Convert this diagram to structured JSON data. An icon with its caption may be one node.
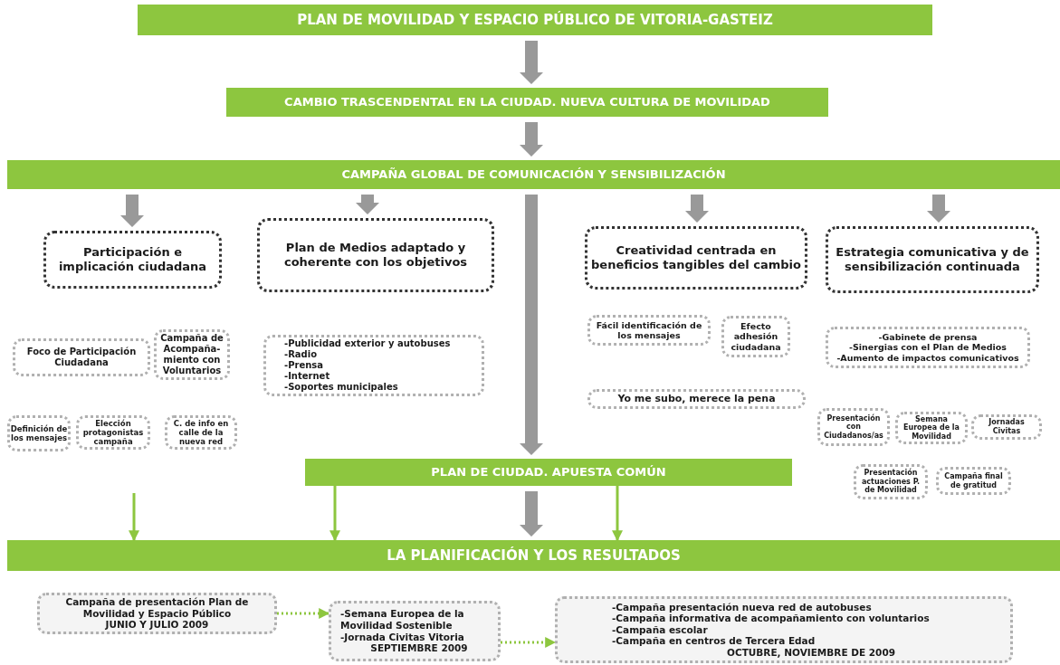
{
  "diagram": {
    "nodes": [
      {
        "text": [
          "PLAN DE MOVILIDAD Y ESPACIO PÚBLICO DE VITORIA-GASTEIZ"
        ]
      },
      {
        "text": [
          "CAMBIO TRASCENDENTAL EN LA CIUDAD. NUEVA CULTURA DE MOVILIDAD"
        ]
      },
      {
        "text": [
          "CAMPAÑA GLOBAL DE COMUNICACIÓN Y SENSIBILIZACIÓN"
        ]
      },
      {
        "text": [
          "Participación e implicación ciudadana"
        ]
      },
      {
        "text": [
          "Plan de Medios adaptado y coherente con los objetivos"
        ]
      },
      {
        "text": [
          "Creatividad centrada en beneficios tangibles del cambio"
        ]
      },
      {
        "text": [
          "Estrategia comunicativa y de sensibilización continuada"
        ]
      },
      {
        "text": [
          "Foco de Participación Ciudadana"
        ]
      },
      {
        "text": [
          "Campaña de Acompaña-miento con Voluntarios"
        ]
      },
      {
        "text": [
          "Definición de los mensajes"
        ]
      },
      {
        "text": [
          "Elección protagonistas campaña"
        ]
      },
      {
        "text": [
          "C. de info en calle de la nueva red"
        ]
      },
      {
        "text": [
          "-Publicidad exterior y autobuses",
          "-Radio",
          "-Prensa",
          "-Internet",
          "-Soportes municipales"
        ]
      },
      {
        "text": [
          "Fácil identificación de los mensajes"
        ]
      },
      {
        "text": [
          "Efecto adhesión ciudadana"
        ]
      },
      {
        "text": [
          "Yo me subo, merece la pena"
        ]
      },
      {
        "text": [
          "-Gabinete de prensa",
          "-Sinergias con el Plan de Medios",
          "-Aumento de impactos comunicativos"
        ]
      },
      {
        "text": [
          "Presentación con Ciudadanos/as"
        ]
      },
      {
        "text": [
          "Semana Europea de la Movilidad"
        ]
      },
      {
        "text": [
          "Jornadas Civitas"
        ]
      },
      {
        "text": [
          "Presentación actuaciones P. de Movilidad"
        ]
      },
      {
        "text": [
          "Campaña final de gratitud"
        ]
      },
      {
        "text": [
          "PLAN DE CIUDAD. APUESTA COMÚN"
        ]
      },
      {
        "text": [
          "LA PLANIFICACIÓN Y LOS RESULTADOS"
        ]
      },
      {
        "text": [
          "Campaña de presentación Plan de Movilidad y Espacio Público",
          "JUNIO Y JULIO 2009"
        ]
      },
      {
        "text": [
          "-Semana Europea de la Movilidad Sostenible",
          "-Jornada Civitas Vitoria",
          "SEPTIEMBRE 2009"
        ]
      },
      {
        "text": [
          "-Campaña presentación nueva red de autobuses",
          "-Campaña informativa de acompañamiento con voluntarios",
          "-Campaña escolar",
          "-Campaña en centros de Tercera Edad",
          "OCTUBRE, NOVIEMBRE DE 2009"
        ]
      }
    ],
    "edges": [
      {
        "from": 0,
        "to": 1,
        "arrow": "to",
        "style": "thick"
      },
      {
        "from": 1,
        "to": 2,
        "arrow": "to",
        "style": "thick"
      },
      {
        "from": 2,
        "to": 3,
        "arrow": "to",
        "style": "thick"
      },
      {
        "from": 2,
        "to": 4,
        "arrow": "to",
        "style": "thick"
      },
      {
        "from": 2,
        "to": 5,
        "arrow": "to",
        "style": "thick"
      },
      {
        "from": 2,
        "to": 6,
        "arrow": "to",
        "style": "thick"
      },
      {
        "from": 2,
        "to": 22,
        "arrow": "to",
        "style": "thick"
      },
      {
        "from": 22,
        "to": 23,
        "arrow": "to",
        "style": "thick"
      },
      {
        "from": null,
        "to": 23,
        "arrow": "to",
        "color": "#8dc63f"
      },
      {
        "from": 22,
        "to": 23,
        "arrow": "to",
        "color": "#8dc63f"
      },
      {
        "from": 22,
        "to": 23,
        "arrow": "to",
        "color": "#8dc63f"
      },
      {
        "from": 24,
        "to": 25,
        "arrow": "to",
        "style": "dashed",
        "color": "#8dc63f"
      },
      {
        "from": 25,
        "to": 26,
        "arrow": "to",
        "style": "dashed",
        "color": "#8dc63f"
      }
    ]
  }
}
